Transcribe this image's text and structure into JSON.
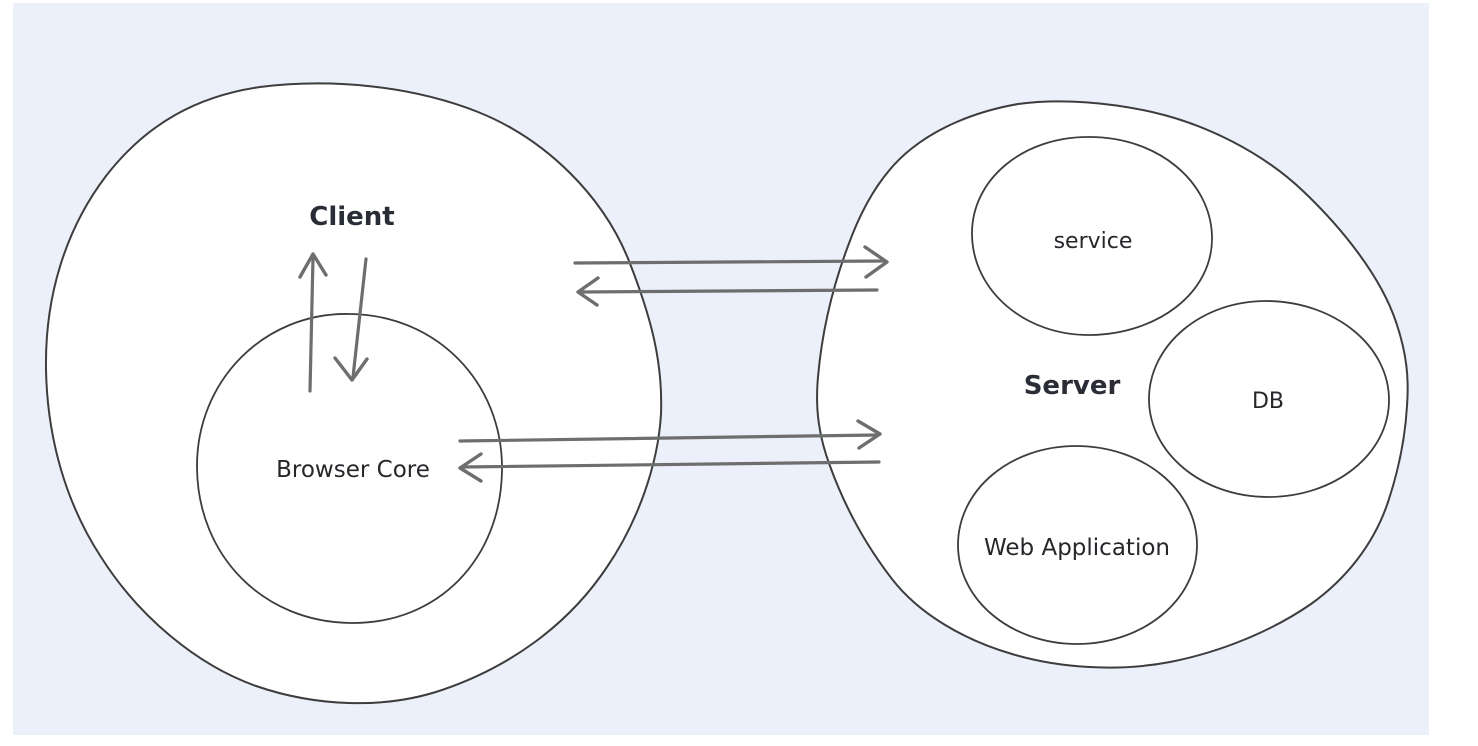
{
  "canvas": {
    "background_color": "#ecf0fa",
    "shape_fill": "#ffffff",
    "outline_color": "#3d3d3d",
    "arrow_color": "#6e6e6e",
    "label_color": "#26262b"
  },
  "labels": {
    "client": "Client",
    "browser_core": "Browser Core",
    "server": "Server",
    "service": "service",
    "db": "DB",
    "web_application": "Web Application"
  },
  "diagram": {
    "type": "hand-drawn-architecture-sketch",
    "groups": [
      {
        "id": "client",
        "label": "Client",
        "children": [
          {
            "id": "browser-core",
            "label": "Browser Core"
          }
        ]
      },
      {
        "id": "server",
        "label": "Server",
        "children": [
          {
            "id": "service",
            "label": "service"
          },
          {
            "id": "db",
            "label": "DB"
          },
          {
            "id": "web-application",
            "label": "Web Application"
          }
        ]
      }
    ],
    "connections": [
      {
        "from": "client",
        "to": "server",
        "direction": "right"
      },
      {
        "from": "server",
        "to": "client",
        "direction": "left"
      },
      {
        "from": "browser-core",
        "to": "server",
        "direction": "right"
      },
      {
        "from": "server",
        "to": "browser-core",
        "direction": "left"
      },
      {
        "from": "browser-core",
        "to": "client",
        "direction": "up"
      },
      {
        "from": "client",
        "to": "browser-core",
        "direction": "down"
      }
    ]
  }
}
